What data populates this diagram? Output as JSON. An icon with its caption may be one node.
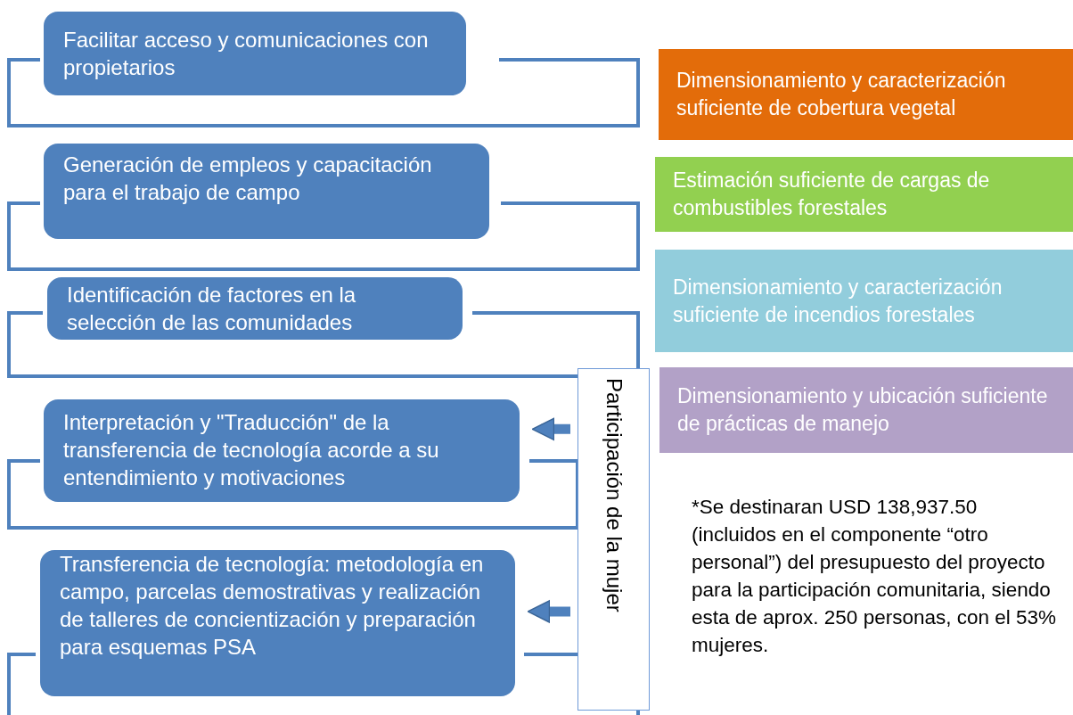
{
  "diagram": {
    "nodes": [
      {
        "text": [
          "Facilitar acceso y comunicaciones con propietarios"
        ]
      },
      {
        "text": [
          "Generación de empleos y capacitación para el trabajo de campo"
        ]
      },
      {
        "text": [
          "Identificación de factores en la selección de las comunidades"
        ]
      },
      {
        "text": [
          "Interpretación y \"Traducción\" de la transferencia de tecnología acorde a su entendimiento y motivaciones"
        ]
      },
      {
        "text": [
          "Transferencia de tecnología: metodología en campo, parcelas demostrativas  y realización de talleres de concientización y preparación para esquemas PSA"
        ]
      },
      {
        "text": [
          "Participación de la mujer"
        ]
      },
      {
        "text": [
          "Dimensionamiento y caracterización suficiente de cobertura vegetal"
        ]
      },
      {
        "text": [
          "Estimación suficiente de cargas de combustibles forestales"
        ]
      },
      {
        "text": [
          "Dimensionamiento y caracterización suficiente de incendios forestales"
        ]
      },
      {
        "text": [
          "Dimensionamiento y ubicación suficiente de prácticas de manejo"
        ]
      }
    ],
    "edges": [
      {
        "from": 5,
        "to": 3,
        "arrow": "to"
      },
      {
        "from": 5,
        "to": 4,
        "arrow": "to"
      }
    ],
    "labels": [
      "*Se destinaran USD 138,937.50 (incluidos en el componente “otro personal”) del presupuesto del proyecto para la participación comunitaria, siendo esta de aprox. 250 personas, con el 53% mujeres."
    ]
  }
}
